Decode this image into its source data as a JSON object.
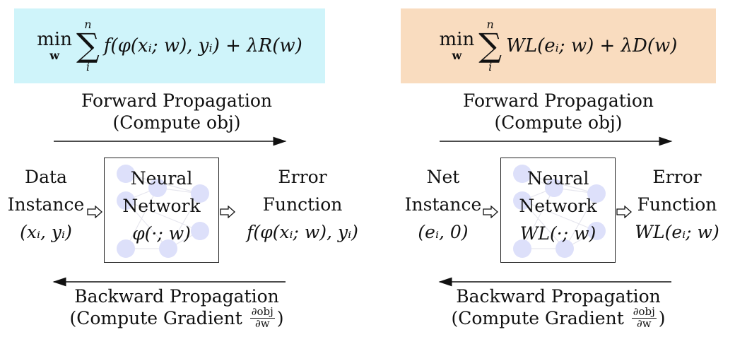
{
  "colors": {
    "left_formula_bg": "#cff4fa",
    "right_formula_bg": "#f9dcbf",
    "node_fill": "#dde0fa"
  },
  "panels": [
    {
      "formula": {
        "min": "min",
        "min_sub": "w",
        "sum_upper": "n",
        "sum_lower": "i",
        "term": "f(φ(xᵢ; w), yᵢ) + λR(w)"
      },
      "forward": {
        "title": "Forward Propagation",
        "subtitle": "(Compute obj)"
      },
      "input": {
        "line1": "Data",
        "line2": "Instance",
        "line3": "(xᵢ, yᵢ)"
      },
      "network": {
        "line1": "Neural",
        "line2": "Network",
        "line3": "φ(·; w)"
      },
      "output": {
        "line1": "Error",
        "line2": "Function",
        "line3": "f(φ(xᵢ; w), yᵢ)"
      },
      "backward": {
        "title": "Backward Propagation",
        "subtitle_prefix": "(Compute Gradient",
        "frac_num": "∂obj",
        "frac_den": "∂w",
        "subtitle_suffix": ")"
      }
    },
    {
      "formula": {
        "min": "min",
        "min_sub": "w",
        "sum_upper": "n",
        "sum_lower": "i",
        "term": "WL(eᵢ; w) + λD(w)"
      },
      "forward": {
        "title": "Forward Propagation",
        "subtitle": "(Compute obj)"
      },
      "input": {
        "line1": "Net",
        "line2": "Instance",
        "line3": "(eᵢ, 0)"
      },
      "network": {
        "line1": "Neural",
        "line2": "Network",
        "line3": "WL(·; w)"
      },
      "output": {
        "line1": "Error",
        "line2": "Function",
        "line3": "WL(eᵢ; w)"
      },
      "backward": {
        "title": "Backward Propagation",
        "subtitle_prefix": "(Compute Gradient",
        "frac_num": "∂obj",
        "frac_den": "∂w",
        "subtitle_suffix": ")"
      }
    }
  ]
}
